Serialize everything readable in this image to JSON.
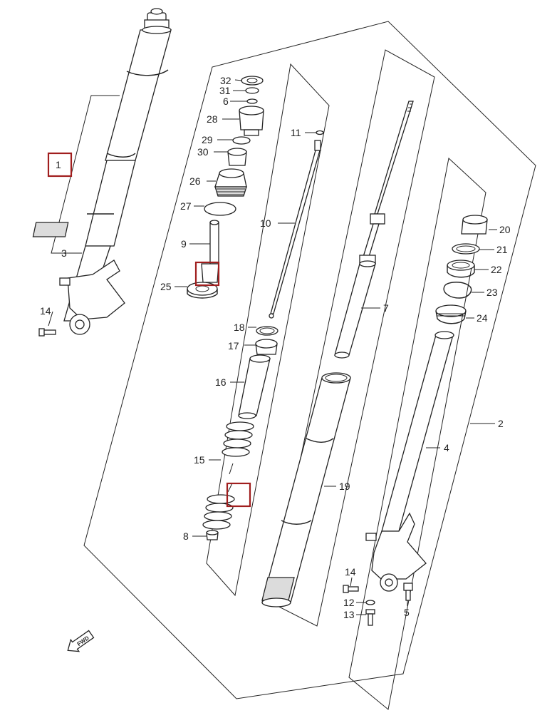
{
  "diagram": {
    "fwd_badge": "FWD",
    "callouts": {
      "c1": "1",
      "c2": "2",
      "c3": "3",
      "c4": "4",
      "c5": "5",
      "c6": "6",
      "c7": "7",
      "c8": "8",
      "c9": "9",
      "c10": "10",
      "c11": "11",
      "c12": "12",
      "c13": "13",
      "c14a": "14",
      "c14b": "14",
      "c15": "15",
      "c16": "16",
      "c17": "17",
      "c18": "18",
      "c19": "19",
      "c20": "20",
      "c21": "21",
      "c22": "22",
      "c23": "23",
      "c24": "24",
      "c25": "25",
      "c26": "26",
      "c27": "27",
      "c28": "28",
      "c29": "29",
      "c30": "30",
      "c31": "31",
      "c32": "32"
    },
    "highlight_color": "#a01e1e"
  }
}
